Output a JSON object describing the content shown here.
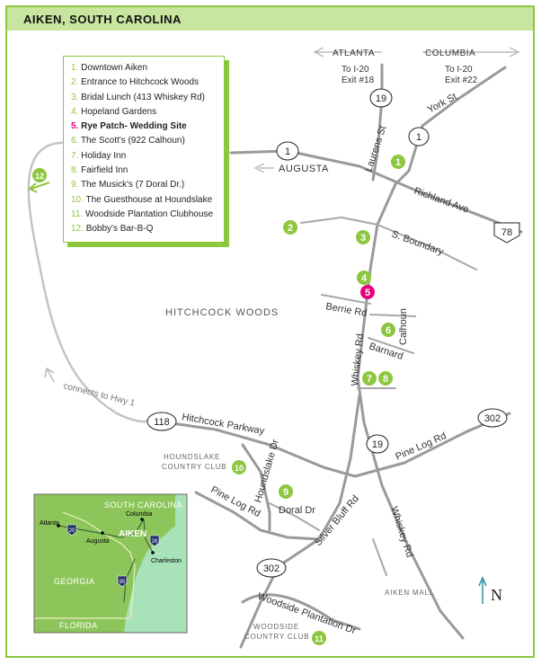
{
  "header": {
    "title": "AIKEN, SOUTH CAROLINA"
  },
  "colors": {
    "accent": "#8dc63f",
    "highlight": "#e6007e",
    "header_bg": "#c8e6a0",
    "inset_land": "#8cc65a",
    "inset_water": "#a8e2b8"
  },
  "legend": [
    {
      "num": "1.",
      "label": "Downtown Aiken"
    },
    {
      "num": "2.",
      "label": "Entrance to Hitchcock Woods"
    },
    {
      "num": "3.",
      "label": "Bridal Lunch (413 Whiskey Rd)"
    },
    {
      "num": "4.",
      "label": "Hopeland Gardens"
    },
    {
      "num": "5.",
      "label": "Rye Patch- Wedding Site",
      "highlight": true
    },
    {
      "num": "6.",
      "label": "The Scott's (922 Calhoun)"
    },
    {
      "num": "7.",
      "label": "Holiday Inn"
    },
    {
      "num": "8.",
      "label": "Fairfield Inn"
    },
    {
      "num": "9.",
      "label": "The Musick's (7 Doral Dr.)"
    },
    {
      "num": "10.",
      "label": "The Guesthouse at Houndslake"
    },
    {
      "num": "11.",
      "label": "Woodside Plantation Clubhouse"
    },
    {
      "num": "12.",
      "label": "Bobby's Bar-B-Q"
    }
  ],
  "directions": {
    "atlanta": {
      "name": "ATLANTA",
      "line1": "To I-20",
      "line2": "Exit #18"
    },
    "columbia": {
      "name": "COLUMBIA",
      "line1": "To I-20",
      "line2": "Exit #22"
    },
    "augusta": "AUGUSTA",
    "connects": "connects to Hwy 1"
  },
  "roads": {
    "laurens": "Laurens St",
    "york": "York St",
    "richland": "Richland Ave",
    "s_boundary": "S. Boundary",
    "berrie": "Berrie Rd",
    "calhoun": "Calhoun",
    "barnard": "Barnard",
    "whiskey": "Whiskey Rd",
    "whiskey2": "Whiskey Rd",
    "hitchcock_pkwy": "Hitchcock Parkway",
    "pine_log_e": "Pine Log Rd",
    "pine_log_w": "Pine Log Rd",
    "houndslake": "Houndslake Dr",
    "doral": "Doral Dr",
    "silver_bluff": "Silver Bluff Rd",
    "woodside": "Woodside Plantation Dr"
  },
  "areas": {
    "hitchcock_woods": "HITCHCOCK WOODS",
    "houndslake_1": "HOUNDSLAKE",
    "houndslake_2": "COUNTRY CLUB",
    "woodside_1": "WOODSIDE",
    "woodside_2": "COUNTRY CLUB",
    "aiken_mall": "AIKEN MALL"
  },
  "shields": {
    "hwy1_a": "1",
    "hwy1_b": "1",
    "hwy19_a": "19",
    "hwy19_b": "19",
    "hwy78": "78",
    "hwy118": "118",
    "hwy302_a": "302",
    "hwy302_b": "302"
  },
  "markers": [
    "1",
    "2",
    "3",
    "4",
    "5",
    "6",
    "7",
    "8",
    "9",
    "10",
    "11",
    "12"
  ],
  "compass": "N",
  "inset": {
    "south_carolina": "SOUTH CAROLINA",
    "georgia": "GEORGIA",
    "florida": "FLORIDA",
    "atlanta": "Atlanta",
    "columbia": "Columbia",
    "augusta": "Augusta",
    "aiken": "AIKEN",
    "charleston": "Charleston",
    "i20": "20",
    "i26": "26",
    "i95": "95"
  }
}
